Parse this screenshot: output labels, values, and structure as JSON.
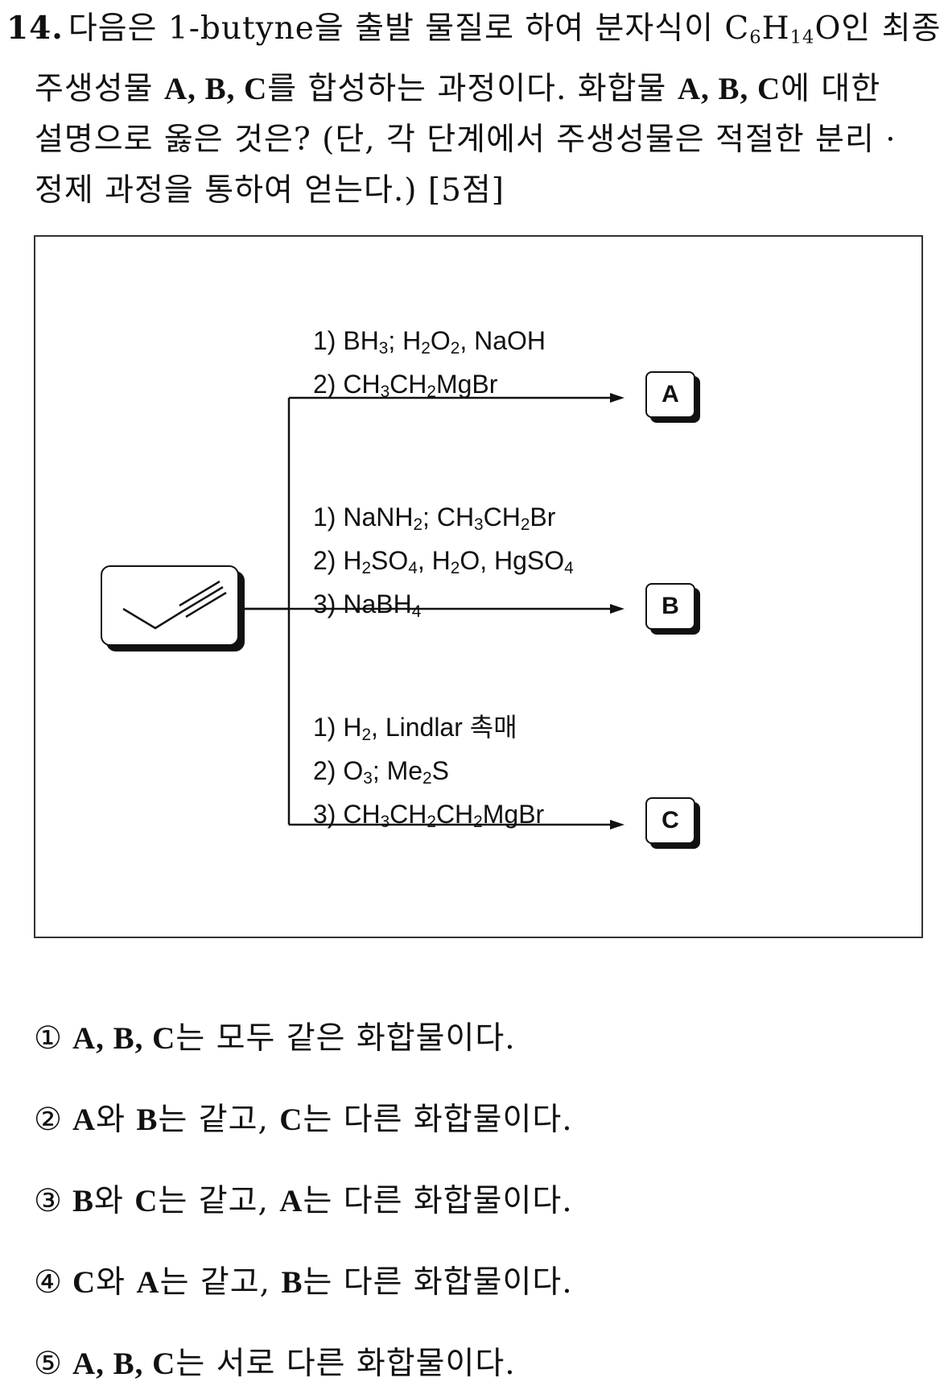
{
  "question": {
    "number": "14.",
    "l1": {
      "a": "다음은 1-butyne을 출발 물질로 하여 분자식이 C",
      "s1": "6",
      "b": "H",
      "s2": "14",
      "c": "O인 최종"
    },
    "l2": {
      "a": "주생성물 ",
      "v": "A, B, C",
      "b": "를 합성하는 과정이다. 화합물 ",
      "v2": "A, B, C",
      "c": "에 대한"
    },
    "l3": "설명으로 옳은 것은? (단, 각 단계에서 주생성물은 적절한 분리 ·",
    "l4": "정제 과정을 통하여 얻는다.) [5점]"
  },
  "scheme": {
    "route_a": {
      "r1": {
        "a": "1) BH",
        "s1": "3",
        "b": "; H",
        "s2": "2",
        "c": "O",
        "s3": "2",
        "d": ", NaOH"
      },
      "r2": {
        "a": "2) CH",
        "s1": "3",
        "b": "CH",
        "s2": "2",
        "c": "MgBr"
      }
    },
    "route_b": {
      "r1": {
        "a": "1) NaNH",
        "s1": "2",
        "b": "; CH",
        "s2": "3",
        "c": "CH",
        "s3": "2",
        "d": "Br"
      },
      "r2": {
        "a": "2) H",
        "s1": "2",
        "b": "SO",
        "s2": "4",
        "c": ", H",
        "s3": "2",
        "d": "O, HgSO",
        "s4": "4"
      },
      "r3": {
        "a": "3) NaBH",
        "s1": "4"
      }
    },
    "route_c": {
      "r1": {
        "a": "1) H",
        "s1": "2",
        "b": ", Lindlar 촉매"
      },
      "r2": {
        "a": "2) O",
        "s1": "3",
        "b": "; Me",
        "s2": "2",
        "c": "S"
      },
      "r3": {
        "a": "3) CH",
        "s1": "3",
        "b": "CH",
        "s2": "2",
        "c": "CH",
        "s3": "2",
        "d": "MgBr"
      }
    },
    "products": {
      "a": "A",
      "b": "B",
      "c": "C"
    }
  },
  "choices": [
    {
      "mark": "①",
      "v1": "A, B, C",
      "t1": "는 모두 같은 화합물이다.",
      "v2": "",
      "t2": "",
      "v3": "",
      "t3": ""
    },
    {
      "mark": "②",
      "v1": "A",
      "t1": "와 ",
      "v2": "B",
      "t2": "는 같고, ",
      "v3": "C",
      "t3": "는 다른 화합물이다."
    },
    {
      "mark": "③",
      "v1": "B",
      "t1": "와 ",
      "v2": "C",
      "t2": "는 같고, ",
      "v3": "A",
      "t3": "는 다른 화합물이다."
    },
    {
      "mark": "④",
      "v1": "C",
      "t1": "와 ",
      "v2": "A",
      "t2": "는 같고, ",
      "v3": "B",
      "t3": "는 다른 화합물이다."
    },
    {
      "mark": "⑤",
      "v1": "A, B, C",
      "t1": "는 서로 다른 화합물이다.",
      "v2": "",
      "t2": "",
      "v3": "",
      "t3": ""
    }
  ]
}
